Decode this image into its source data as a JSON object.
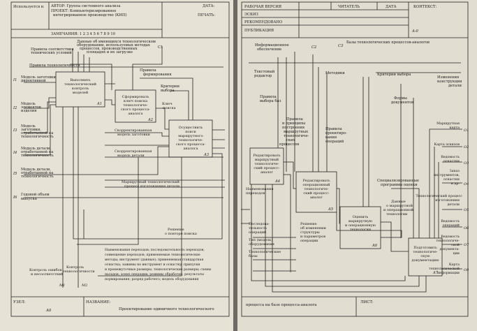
{
  "left_page": {
    "header": {
      "used_at": "Используется в:",
      "author": "АВТОР: Группа системного анализа",
      "project_line1": "ПРОЕКТ: Компьютеризированное",
      "project_line2": "интегрированное производство (КИП)",
      "date_label": "ДАТА:",
      "print_label": "ПЕЧАТЬ:",
      "notes_label": "ЗАМЕЧАНИЯ: 1 2 3 4 5 6 7 8 9 10"
    },
    "controls": {
      "tech_conditions_rules": [
        "Правила соответствия",
        "технических условий"
      ],
      "resources_data": [
        "Данные об имеющихся технологическом",
        "оборудовании, используемых методах",
        "процессов, производственных",
        "площадях и их загрузке"
      ],
      "c1": "C1",
      "tech_rules": "Правила технологичности",
      "formation_rules": [
        "Правила",
        "формирования"
      ],
      "selection_criteria": [
        "Критерии",
        "выбора"
      ]
    },
    "inputs": [
      {
        "id": "I1",
        "label": [
          "Модель заготовки",
          "директивной"
        ]
      },
      {
        "id": "I2",
        "label": [
          "Модель",
          "элементов",
          "изделия"
        ]
      },
      {
        "id": "I3",
        "label": [
          "Модель",
          "заготовки,",
          "отработанной на",
          "технологичность"
        ]
      },
      {
        "id": "I4",
        "label": [
          "Модель детали,",
          "отработанной на",
          "технологичность"
        ]
      },
      {
        "id": "I5",
        "label": [
          "Модель детали,",
          "отработанной на",
          "технологичность"
        ]
      },
      {
        "id": "I6",
        "label": [
          "Годовой объем",
          "выпуска"
        ]
      }
    ],
    "boxes": [
      {
        "id": "A1",
        "label": [
          "Выполнить",
          "технологический",
          "контроль",
          "моделей"
        ]
      },
      {
        "id": "A2",
        "label": [
          "Сформировать",
          "ключ поиска",
          "технологиче-",
          "ского процесса-",
          "аналога"
        ]
      },
      {
        "id": "A3",
        "label": [
          "Осуществить",
          "поиск",
          "маршрутного",
          "технологиче-",
          "ского процесса-",
          "аналога"
        ]
      }
    ],
    "flows": {
      "search_key": [
        "Ключ",
        "поиска"
      ],
      "corrected_blank_model": [
        "Скорректированная",
        "модель заготовки"
      ],
      "corrected_part_model": [
        "Скорректированная",
        "модель детали"
      ],
      "route_analog": [
        "Маршрутный технологический",
        "процесс изготовления детали"
      ],
      "repeat_decision": [
        "Решение",
        "о повторе поиска"
      ]
    },
    "mechanisms": {
      "m1_label": [
        "Контроль ошибок",
        "и несоответствий"
      ],
      "m2_label": [
        "Контроль",
        "технологичности"
      ],
      "m1": "M1",
      "m2": "M2",
      "legend": [
        "Наименования переходов; последовательность переходов;",
        "совмещение переходов; применяемые технологические",
        "методы; инструмент (данные); применяемая стандартная",
        "оснастка; зажимы на инструмент и оснастку; припуски",
        "и промежуточные размеры; технологические размеры; схемы",
        "наладок; эскиз операции; режимы обработки; результаты",
        "нормирования; разряд рабочего; модель оборудования"
      ]
    },
    "footer": {
      "node_label": "УЗЕЛ:",
      "node_value": "A0",
      "title_label": "НАЗВАНИЕ:",
      "title_value": "Проектирование единичного технологического"
    }
  },
  "right_page": {
    "header": {
      "working_version": "РАБОЧАЯ ВЕРСИЯ",
      "reader": "ЧИТАТЕЛЬ",
      "date": "ДАТА",
      "context": "КОНТЕКСТ:",
      "sketch": "ЭСКИЗ",
      "recommended": "РЕКОМЕНДОВАНО",
      "publication": "ПУБЛИКАЦИЯ",
      "a0": "A-0"
    },
    "controls": {
      "info_support": [
        "Информационное",
        "обеспечение"
      ],
      "c2": "C2",
      "c3": "C3",
      "analog_db": "Базы технологических процессов-аналогов",
      "text_editor": [
        "Текстовый",
        "редактор"
      ],
      "methods": "Методики",
      "selection_criteria": "Критерии выбора",
      "design_changes": [
        "Изменения",
        "конструкции",
        "детали"
      ],
      "base_selection_rules": [
        "Правила",
        "выбора баз"
      ],
      "route_rules": [
        "Правила",
        "и принципы",
        "построения",
        "маршрутных",
        "технологиче-",
        "ских",
        "процессов"
      ],
      "design_rules": [
        "Правила",
        "проектиро-",
        "вания",
        "операций"
      ],
      "doc_forms": [
        "Формы",
        "документов"
      ],
      "special_programs": [
        "Специализированные",
        "программы оценки"
      ]
    },
    "boxes": [
      {
        "id": "A4",
        "label": [
          "Редактировать",
          "маршрутный",
          "технологиче-",
          "ский процесс-",
          "аналог"
        ]
      },
      {
        "id": "A5",
        "label": [
          "Редактировать",
          "операционный",
          "технологиче-",
          "ский процесс-",
          "аналог"
        ]
      },
      {
        "id": "A6",
        "label": [
          "Оценить",
          "маршрутную",
          "и операционную",
          "технологии"
        ]
      },
      {
        "id": "A7",
        "label": [
          "Подготовить",
          "технологиче-",
          "скую",
          "документацию"
        ]
      }
    ],
    "flows": {
      "transition_names": [
        "Наименования",
        "переходов"
      ],
      "operation_sequence": [
        "Последова-",
        "тельность",
        "операций"
      ],
      "equipment_type": [
        "Тип (модель)",
        "оборудования"
      ],
      "tech_bases": [
        "Технологические",
        "базы"
      ],
      "structure_change": [
        "Решение",
        "об изменении",
        "структуры",
        "и параметров",
        "операции"
      ],
      "evaluation_data": [
        "Данные",
        "о маршрутной",
        "и операционной",
        "технологии"
      ]
    },
    "outputs": [
      {
        "id": "O1",
        "label": [
          "Маршрутная",
          "карта"
        ]
      },
      {
        "id": "O2",
        "label": [
          "Карта эскизов"
        ]
      },
      {
        "id": "O3",
        "label": [
          "Ведомость",
          "оснастки"
        ]
      },
      {
        "id": "O4",
        "label": [
          "Заказ",
          "инструментов,",
          "оснастки",
          "и др."
        ]
      },
      {
        "id": "O5",
        "label": [
          "Технологический процесс",
          "изготовления",
          "детали"
        ]
      },
      {
        "id": "O6",
        "label": [
          "Ведомость",
          "операций"
        ]
      },
      {
        "id": "O7",
        "label": [
          "Ведомость",
          "технологиче-",
          "ской",
          "документа-",
          "ции"
        ]
      },
      {
        "id": "O8",
        "label": [
          "Карта",
          "технологической",
          "информации"
        ]
      }
    ],
    "footer": {
      "title_value": "процесса на базе процесса-аналога",
      "sheet_label": "ЛИСТ:"
    }
  }
}
